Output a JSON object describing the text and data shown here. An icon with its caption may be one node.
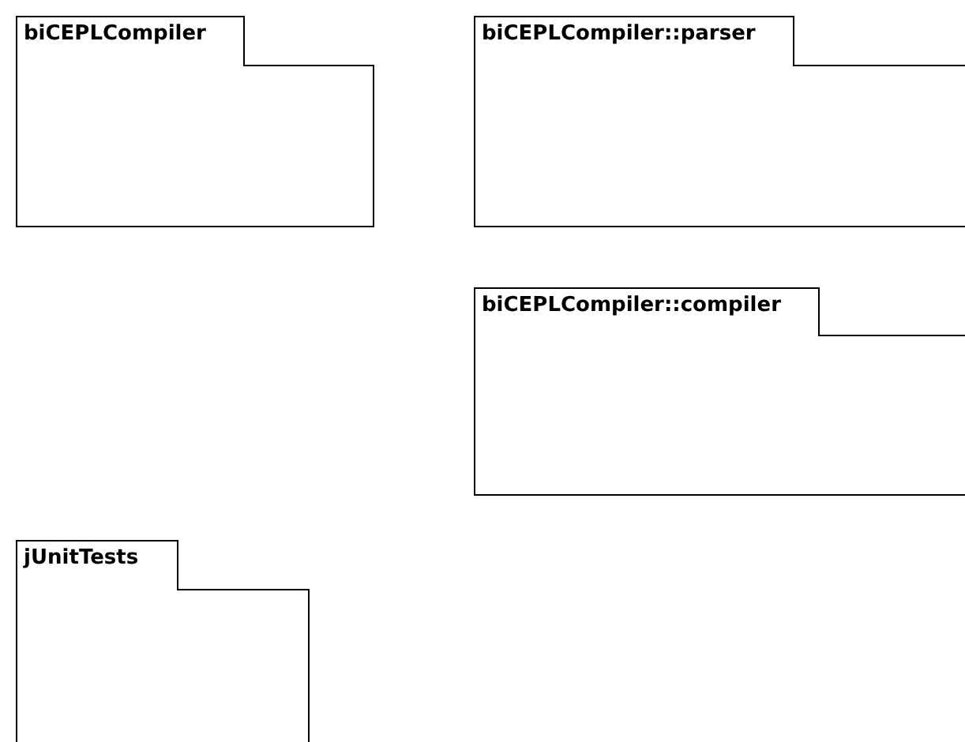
{
  "diagram": {
    "nodes": [
      {
        "text": [
          "biCEPLCompiler"
        ]
      },
      {
        "text": [
          "biCEPLCompiler::parser"
        ]
      },
      {
        "text": [
          "biCEPLCompiler::compiler"
        ]
      },
      {
        "text": [
          "jUnitTests"
        ]
      }
    ]
  }
}
